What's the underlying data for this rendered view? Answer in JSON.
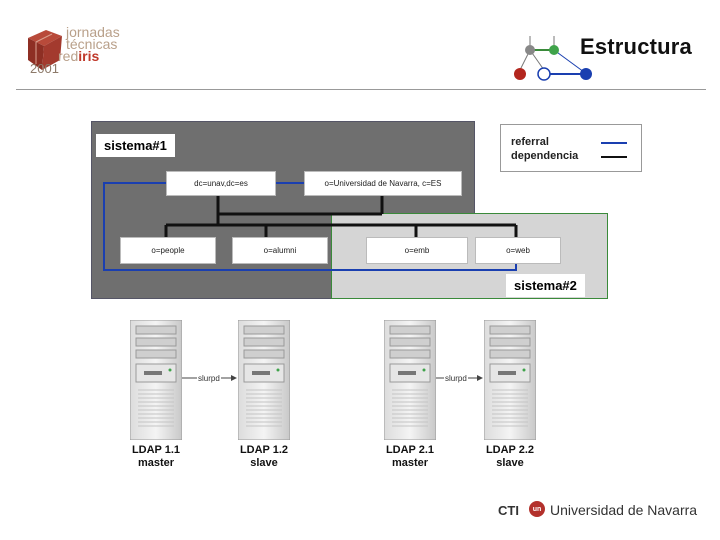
{
  "header": {
    "logo": {
      "line1": "jornadas",
      "line2": "técnicas",
      "line3_prefix": "red",
      "line3_suffix": "iris",
      "year": "2001"
    },
    "title": "Estructura"
  },
  "diagram": {
    "systems": [
      {
        "label": "sistema#1",
        "color": "#6f6f6f"
      },
      {
        "label": "sistema#2",
        "color": "#d5d5d5"
      }
    ],
    "nodes": {
      "dc": "dc=unav,dc=es",
      "o_un": "o=Universidad de Navarra, c=ES",
      "people": "o=people",
      "alumni": "o=alumni",
      "emb": "o=emb",
      "web": "o=web"
    },
    "legend": {
      "referral_label": "referral",
      "referral_color": "#1a3fb0",
      "dependencia_label": "dependencia",
      "dependencia_color": "#111111"
    }
  },
  "servers": [
    {
      "name": "LDAP 1.1",
      "role": "master"
    },
    {
      "name": "LDAP 1.2",
      "role": "slave"
    },
    {
      "name": "LDAP 2.1",
      "role": "master"
    },
    {
      "name": "LDAP 2.2",
      "role": "slave"
    }
  ],
  "replication": {
    "left": "slurpd",
    "right": "slurpd"
  },
  "footer": {
    "cti": "CTI",
    "un_badge": "un",
    "university": "Universidad de Navarra"
  }
}
